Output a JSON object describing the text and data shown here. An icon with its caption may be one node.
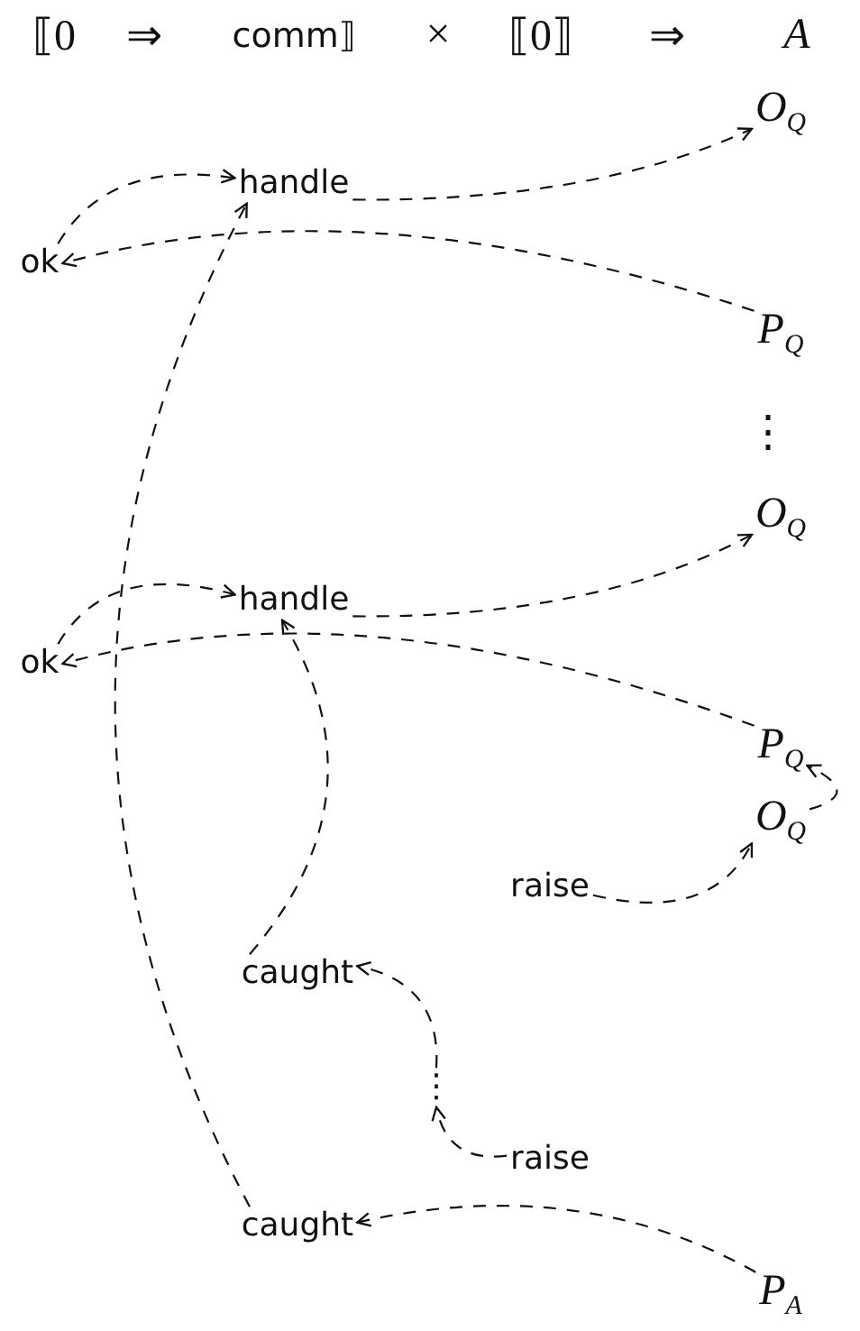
{
  "diagram": {
    "nodes": [
      {
        "text": [
          "O$_{Q}$"
        ]
      },
      {
        "text": [
          "handle"
        ]
      },
      {
        "text": [
          "ok"
        ]
      },
      {
        "text": [
          "P$_{Q}$"
        ]
      },
      {
        "text": [
          "O$_{Q}$"
        ]
      },
      {
        "text": [
          "handle"
        ]
      },
      {
        "text": [
          "ok"
        ]
      },
      {
        "text": [
          "P$_{Q}$"
        ]
      },
      {
        "text": [
          "O$_{Q}$"
        ]
      },
      {
        "text": [
          "raise"
        ]
      },
      {
        "text": [
          "caught"
        ]
      },
      {
        "text": [
          "⋮"
        ]
      },
      {
        "text": [
          "raise"
        ]
      },
      {
        "text": [
          "caught"
        ]
      },
      {
        "text": [
          "P$_{A}$"
        ]
      }
    ],
    "edges": [
      {
        "from": 2,
        "to": 1,
        "arrow": "to"
      },
      {
        "from": 1,
        "to": 0,
        "arrow": "to"
      },
      {
        "from": 3,
        "to": 2,
        "arrow": "to"
      },
      {
        "from": 13,
        "to": 1,
        "arrow": "to"
      },
      {
        "from": 6,
        "to": 5,
        "arrow": "to"
      },
      {
        "from": 5,
        "to": 4,
        "arrow": "to"
      },
      {
        "from": 7,
        "to": 6,
        "arrow": "to"
      },
      {
        "from": 10,
        "to": 5,
        "arrow": "to"
      },
      {
        "from": 8,
        "to": 7,
        "arrow": "to"
      },
      {
        "from": 9,
        "to": 8,
        "arrow": "to"
      },
      {
        "from": 12,
        "to": 11,
        "arrow": "to"
      },
      {
        "from": 11,
        "to": 10,
        "arrow": "to"
      },
      {
        "from": 14,
        "to": 13,
        "arrow": "to"
      }
    ],
    "labels": [
      "⟦0",
      "⇒",
      "comm⟧",
      "×",
      "⟦0⟧",
      "⇒",
      "A",
      "⋮"
    ]
  }
}
